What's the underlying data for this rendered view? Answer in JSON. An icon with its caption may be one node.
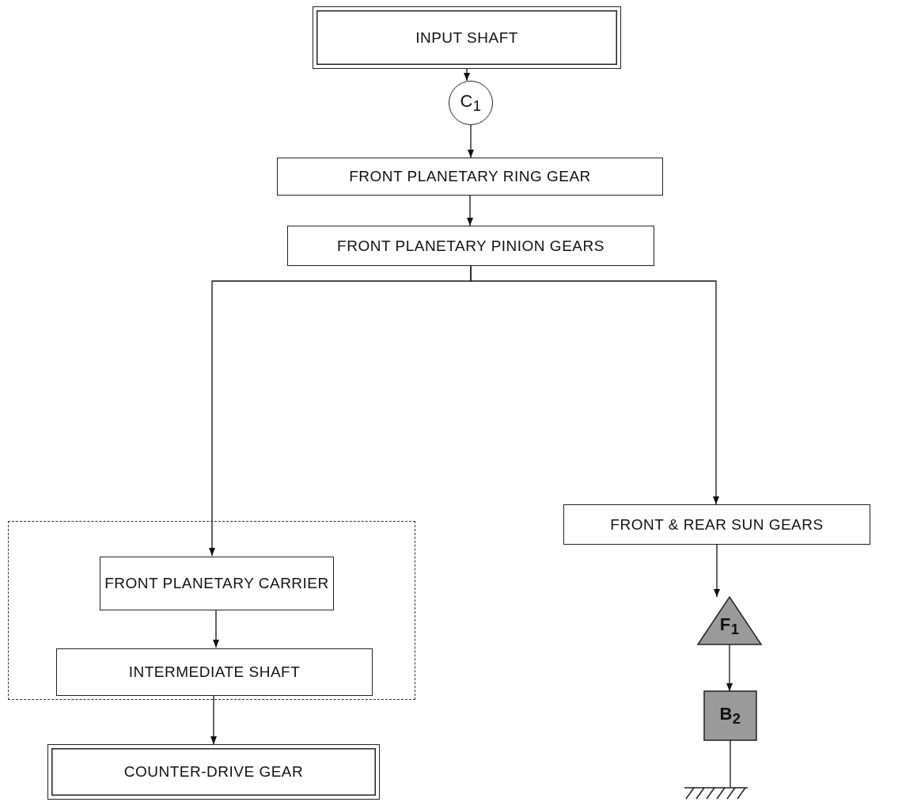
{
  "diagram": {
    "nodes": [
      {
        "text": [
          "INPUT SHAFT"
        ]
      },
      {
        "text": [
          "C$_{1}$"
        ]
      },
      {
        "text": [
          "FRONT PLANETARY RING GEAR"
        ]
      },
      {
        "text": [
          "FRONT PLANETARY PINION GEARS"
        ]
      },
      {
        "text": [],
        "shape": "box"
      },
      {
        "text": [
          "FRONT PLANETARY CARRIER"
        ],
        "in": 4
      },
      {
        "text": [
          "INTERMEDIATE SHAFT"
        ],
        "in": 4
      },
      {
        "text": [
          "COUNTER-DRIVE GEAR"
        ]
      },
      {
        "text": [
          "FRONT & REAR SUN GEARS"
        ]
      },
      {
        "text": [
          "F$_{1}$"
        ]
      },
      {
        "text": [
          "B$_{2}$"
        ]
      },
      {
        "text": [],
        "shape": "ground"
      }
    ],
    "edges": [
      {
        "from": 0,
        "to": 1,
        "arrow": "to"
      },
      {
        "from": 1,
        "to": 2,
        "arrow": "to"
      },
      {
        "from": 2,
        "to": 3,
        "arrow": "to"
      },
      {
        "from": 3,
        "to": 5,
        "arrow": "to"
      },
      {
        "from": 3,
        "to": 8,
        "arrow": "to"
      },
      {
        "from": 5,
        "to": 6,
        "arrow": "to"
      },
      {
        "from": 6,
        "to": 7,
        "arrow": "to"
      },
      {
        "from": 8,
        "to": 9,
        "arrow": "to"
      },
      {
        "from": 9,
        "to": 10,
        "arrow": "to"
      },
      {
        "from": 10,
        "to": 11,
        "arrow": "none"
      }
    ]
  }
}
